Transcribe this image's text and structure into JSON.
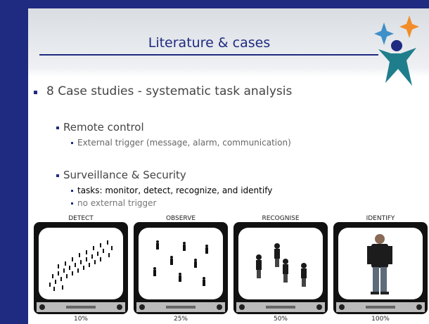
{
  "slide": {
    "title": "Literature & cases",
    "bullets": {
      "level1": "8 Case studies - systematic task analysis",
      "remote_control": "Remote control",
      "remote_control_sub": "External trigger (message, alarm, communication)",
      "surveillance": "Surveillance & Security",
      "surveillance_sub1": "tasks: monitor, detect, recognize, and identify",
      "surveillance_sub2": "no external trigger"
    },
    "colors": {
      "accent": "#1e2b80",
      "logo_blue": "#3f8fc8",
      "logo_orange": "#f28c28",
      "logo_teal": "#1f7e8c",
      "tv_frame": "#111111"
    },
    "panels": [
      {
        "label": "DETECT",
        "percent": "10%"
      },
      {
        "label": "OBSERVE",
        "percent": "25%"
      },
      {
        "label": "RECOGNISE",
        "percent": "50%"
      },
      {
        "label": "IDENTIFY",
        "percent": "100%"
      }
    ]
  }
}
